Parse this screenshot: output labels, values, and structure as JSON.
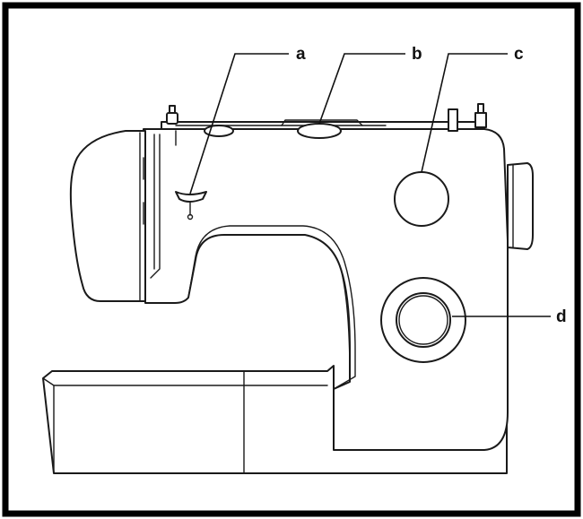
{
  "diagram": {
    "callouts": [
      {
        "id": "a",
        "label": "a"
      },
      {
        "id": "b",
        "label": "b"
      },
      {
        "id": "c",
        "label": "c"
      },
      {
        "id": "d",
        "label": "d"
      }
    ],
    "colors": {
      "frame": "#000000",
      "line": "#1a1a1a",
      "background": "#ffffff"
    }
  }
}
